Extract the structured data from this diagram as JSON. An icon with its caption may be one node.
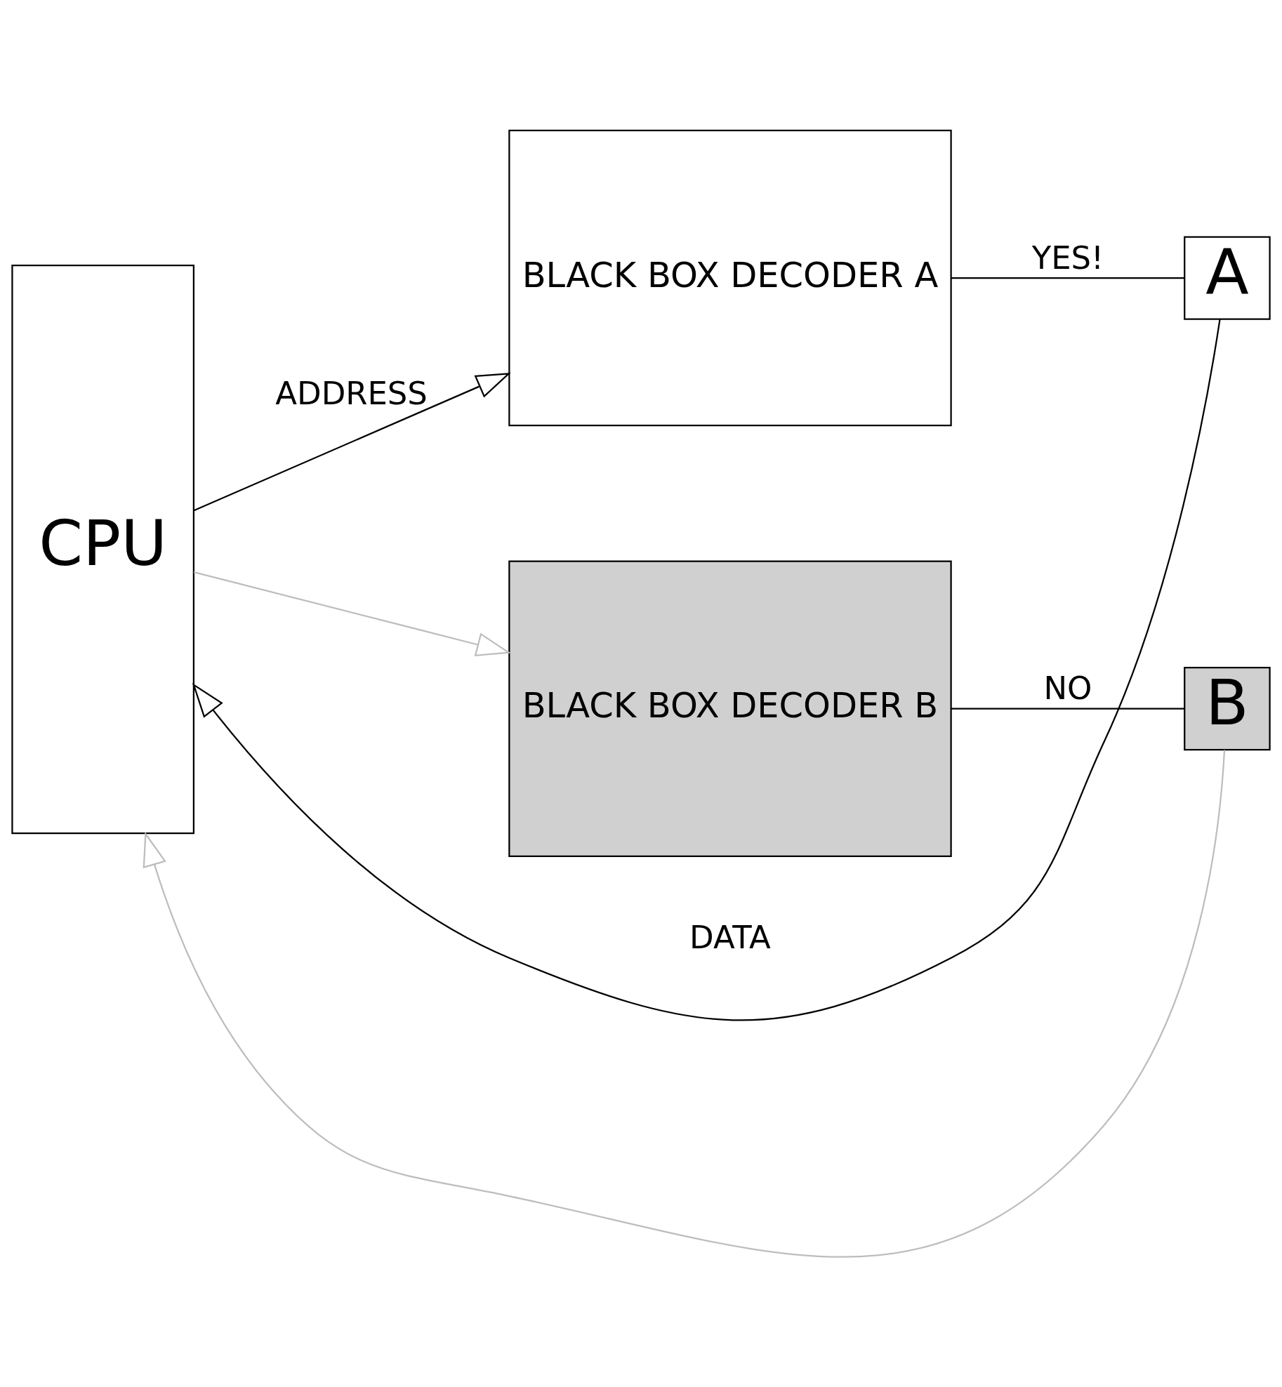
{
  "diagram": {
    "nodes": [
      {
        "text": [
          "CPU"
        ]
      },
      {
        "text": [
          "BLACK BOX DECODER A"
        ]
      },
      {
        "text": [
          "A"
        ]
      },
      {
        "text": [
          "BLACK BOX DECODER B"
        ]
      },
      {
        "text": [
          "B"
        ]
      }
    ],
    "edges": [
      {
        "from": 2,
        "to": 0,
        "arrow": "to",
        "label": "DATA"
      },
      {
        "from": 4,
        "to": 0,
        "arrow": "to",
        "color": "#bdbdbd"
      },
      {
        "from": 0,
        "to": 1,
        "arrow": "to",
        "label": "ADDRESS"
      },
      {
        "from": 0,
        "to": 3,
        "arrow": "to",
        "color": "#bdbdbd"
      },
      {
        "from": 1,
        "to": 2,
        "arrow": "none",
        "label": "YES!"
      },
      {
        "from": 3,
        "to": 4,
        "arrow": "none",
        "label": "NO"
      }
    ]
  }
}
